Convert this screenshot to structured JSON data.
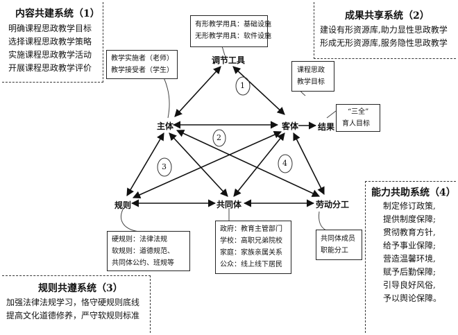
{
  "systems": {
    "content": {
      "title": "内容共建系统（1）",
      "lines": [
        "明确课程思政教学目标",
        "选择课程思政教学策略",
        "实施课程思政教学活动",
        "开展课程思政教学评价"
      ]
    },
    "achievement": {
      "title": "成果共享系统（2）",
      "lines": [
        "建设有形资源库,助力显性思政教学",
        "形成无形资源库,服务隐性思政教学"
      ]
    },
    "ability": {
      "title": "能力共助系统（4）",
      "lines": [
        "制定修订政策,",
        "提供制度保障;",
        "贯彻教育方针,",
        "给予事业保障;",
        "营造温馨环境,",
        "赋予后勤保障;",
        "引导良好风俗,",
        "予以舆论保障。"
      ]
    },
    "rules": {
      "title": "规则共遵系统（3）",
      "lines": [
        "加强法律法规学习，恪守硬规则底线",
        "提高文化道德修养，严守软规则标准"
      ]
    }
  },
  "nodes": {
    "tool": "调节工具",
    "subject": "主体",
    "object": "客体",
    "result": "结果",
    "rule": "规则",
    "community": "共同体",
    "labor": "劳动分工"
  },
  "notes": {
    "tool": [
      "有形教学用具：基础设施",
      "无形教学用具：软件设施"
    ],
    "subject": [
      "教学实施者（老师）",
      "教学接受者（学生）"
    ],
    "object": [
      "课程思政",
      "教学目标"
    ],
    "result": [
      "“三全”",
      "育人目标"
    ],
    "rule": [
      "硬规则：法律法规",
      "软规则：道德规范、",
      "共同体公约、班规等"
    ],
    "community": [
      "政府：教育主管部门",
      "学校：高职兄弟院校",
      "家庭：家族亲属关系",
      "公众：线上线下居民"
    ],
    "labor": [
      "共同体成员",
      "职能分工"
    ]
  },
  "circles": [
    "1",
    "2",
    "3",
    "4"
  ]
}
